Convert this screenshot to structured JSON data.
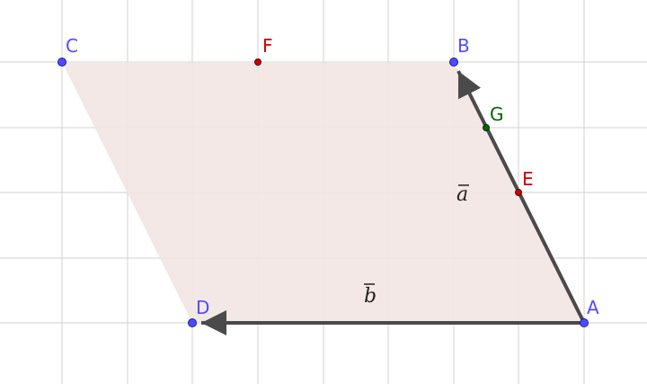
{
  "colors": {
    "grid": "#d0d0d0",
    "fill": "#f2e6e2",
    "vector": "#4a4a4a",
    "point_blue": "#4d4dff",
    "label_blue": "#4d4dff",
    "point_red": "#cc0000",
    "label_red": "#cc0000",
    "point_green": "#006600",
    "label_green": "#006600"
  },
  "points": {
    "A": {
      "label": "A",
      "color": "blue"
    },
    "B": {
      "label": "B",
      "color": "blue"
    },
    "C": {
      "label": "C",
      "color": "blue"
    },
    "D": {
      "label": "D",
      "color": "blue"
    },
    "E": {
      "label": "E",
      "color": "red"
    },
    "F": {
      "label": "F",
      "color": "red"
    },
    "G": {
      "label": "G",
      "color": "green"
    }
  },
  "vectors": {
    "a": {
      "label": "a"
    },
    "b": {
      "label": "b"
    }
  }
}
